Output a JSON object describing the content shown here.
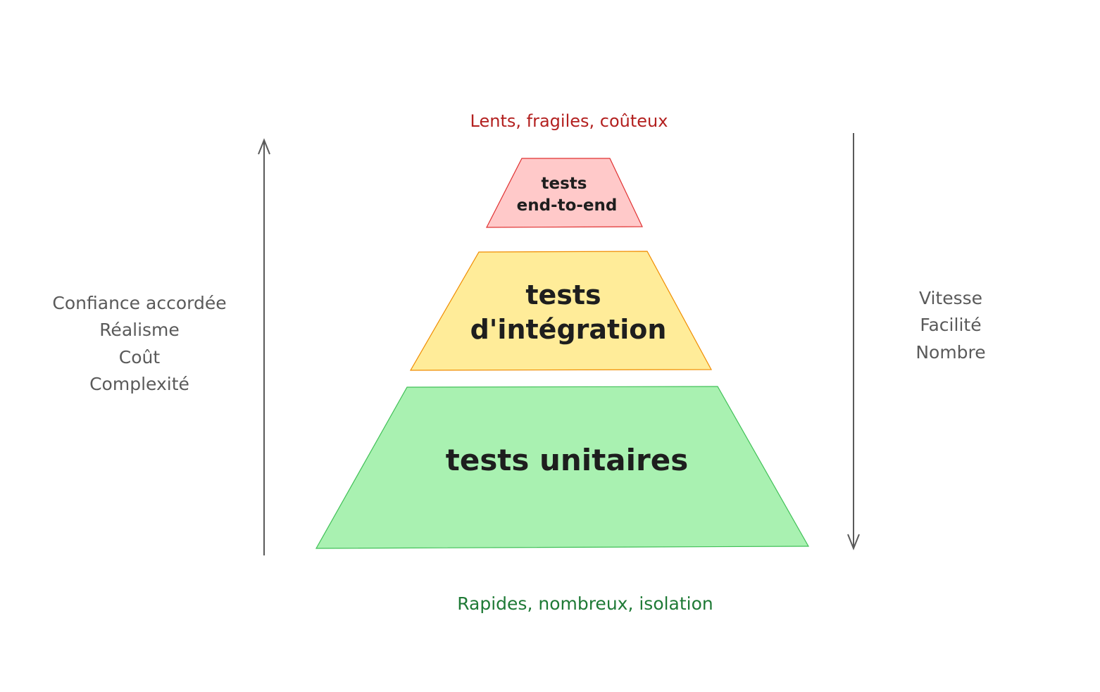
{
  "title_top": "Lents, fragiles, coûteux",
  "title_bottom": "Rapides, nombreux, isolation",
  "levels": [
    {
      "line1": "tests",
      "line2": "end-to-end",
      "fill": "#ffc9c9",
      "stroke": "#e03131"
    },
    {
      "line1": "tests",
      "line2": "d'intégration",
      "fill": "#ffec99",
      "stroke": "#f08c00"
    },
    {
      "line1": "tests unitaires",
      "fill": "#a9f1b1",
      "stroke": "#40c057"
    }
  ],
  "left_axis": {
    "direction": "up",
    "labels": [
      "Confiance accordée",
      "Réalisme",
      "Coût",
      "Complexité"
    ]
  },
  "right_axis": {
    "direction": "down",
    "labels": [
      "Vitesse",
      "Facilité",
      "Nombre"
    ]
  },
  "colors": {
    "top_text": "#b3201f",
    "bottom_text": "#1f7a36",
    "axis": "#5a5a5a"
  }
}
